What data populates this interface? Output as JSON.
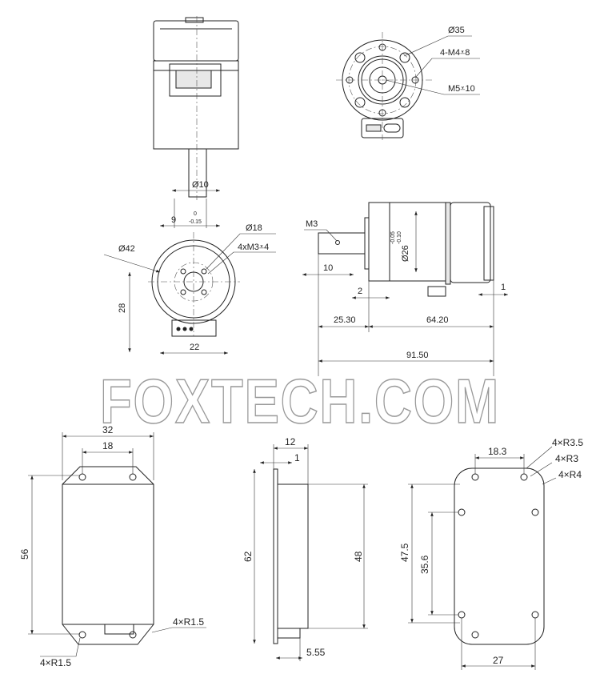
{
  "watermark": "FOXTECH.COM",
  "motor_top": {
    "shaft_dia": "Ø10"
  },
  "motor_front": {
    "flange_dia": "Ø35",
    "holes": "4-M4⩡8",
    "center_hole": "M5⩡10"
  },
  "motor_end": {
    "outer_dia": "Ø42",
    "inner_dia": "Ø18",
    "holes": "4xM3⩡4",
    "height": "28",
    "width": "22",
    "flat": "9",
    "tol_upper": "0",
    "tol_lower": "-0.15"
  },
  "motor_side": {
    "thread": "M3",
    "shaft_len": "10",
    "step": "2",
    "rear": "1",
    "shaft_total": "25.30",
    "body_len": "64.20",
    "total_len": "91.50",
    "pilot_dia": "Ø26",
    "tol_upper": "-0.05",
    "tol_lower": "-0.10"
  },
  "board_front": {
    "width": "32",
    "hole_spacing": "18",
    "height": "56",
    "radius_right": "4×R1.5",
    "radius_left": "4×R1.5"
  },
  "board_side": {
    "thickness": "12",
    "plate": "1",
    "height": "62",
    "body_height": "48",
    "pin": "5.55"
  },
  "board_back": {
    "hole_spacing_x": "18.3",
    "r1": "4×R3.5",
    "r2": "4×R3",
    "r3": "4×R4",
    "outer_spacing": "47.5",
    "inner_spacing": "35.6",
    "width": "27"
  }
}
